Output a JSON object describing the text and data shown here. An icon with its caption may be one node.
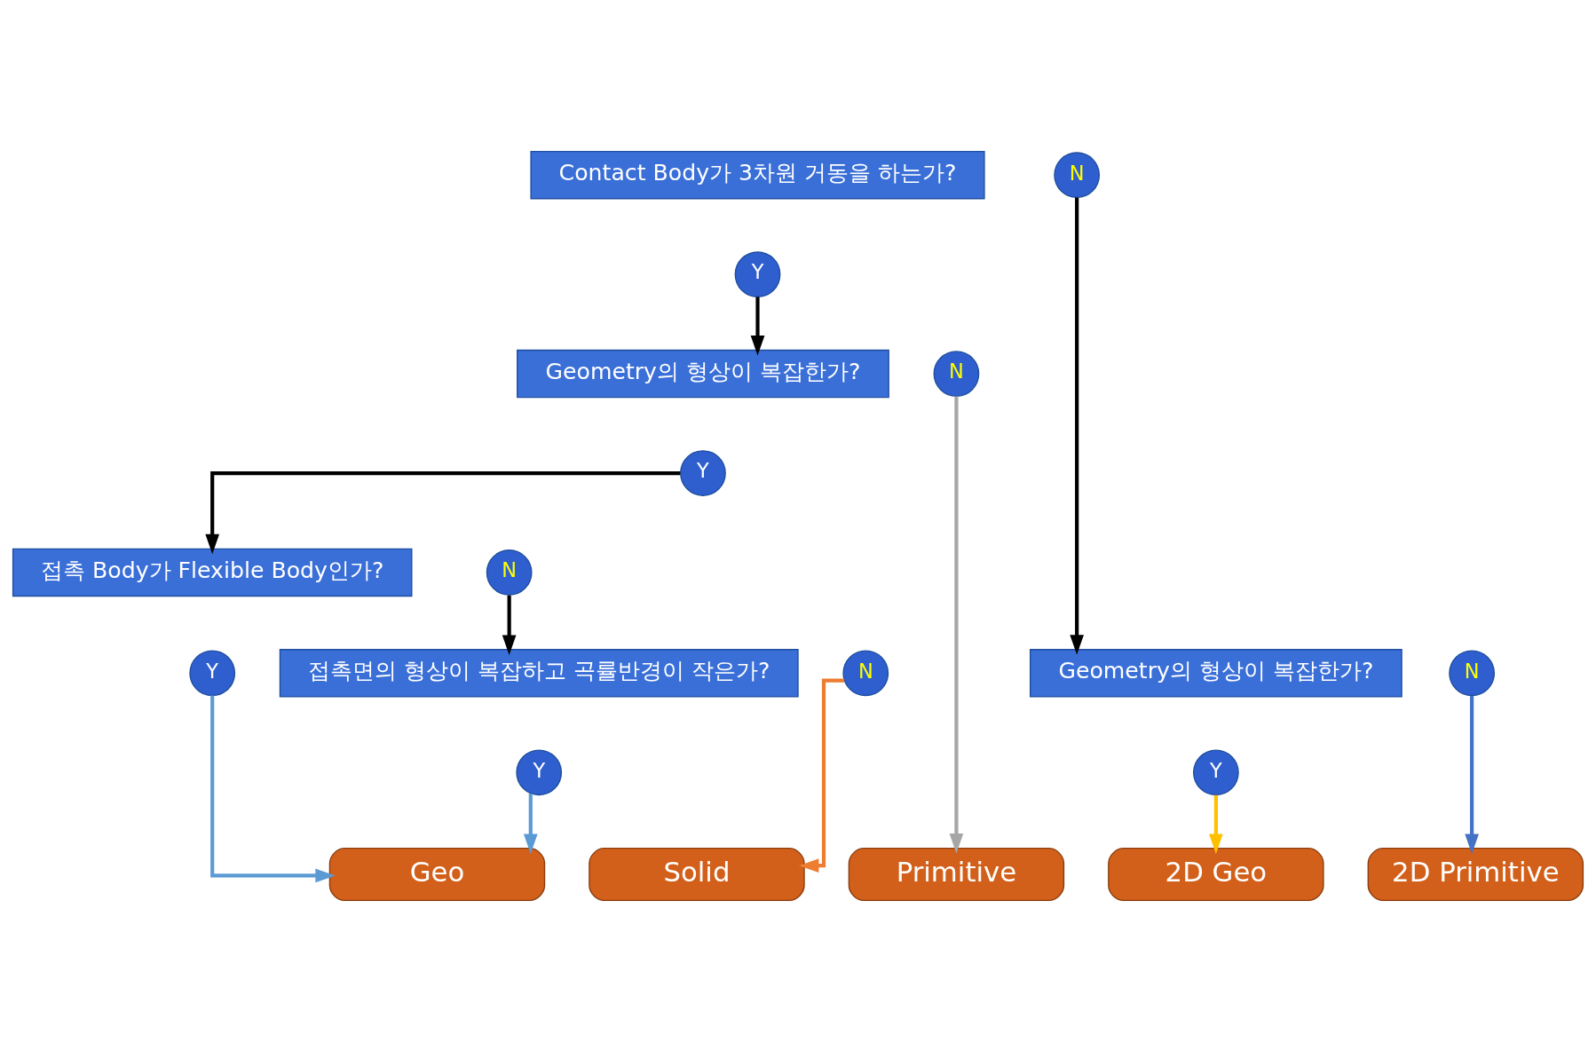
{
  "diagram": {
    "nodes": [
      {
        "text": [
          "Contact Body가 3차원 거동을 하는가?"
        ]
      },
      {
        "text": [
          "N"
        ]
      },
      {
        "text": [
          "Y"
        ]
      },
      {
        "text": [
          "Geometry의 형상이 복잡한가?"
        ]
      },
      {
        "text": [
          "N"
        ]
      },
      {
        "text": [
          "Y"
        ]
      },
      {
        "text": [
          "접촉 Body가 Flexible Body인가?"
        ]
      },
      {
        "text": [
          "N"
        ]
      },
      {
        "text": [
          "Y"
        ]
      },
      {
        "text": [
          "접촉면의 형상이 복잡하고 곡률반경이 작은가?"
        ]
      },
      {
        "text": [
          "N"
        ]
      },
      {
        "text": [
          "Y"
        ]
      },
      {
        "text": [
          "Geometry의 형상이 복잡한가?"
        ]
      },
      {
        "text": [
          "N"
        ]
      },
      {
        "text": [
          "Y"
        ]
      },
      {
        "text": [
          "Geo"
        ]
      },
      {
        "text": [
          "Solid"
        ]
      },
      {
        "text": [
          "Primitive"
        ]
      },
      {
        "text": [
          "2D Geo"
        ]
      },
      {
        "text": [
          "2D Primitive"
        ]
      }
    ],
    "edges": [
      {
        "from": 2,
        "to": 3,
        "arrow": "to"
      },
      {
        "from": 1,
        "to": 12,
        "arrow": "to"
      },
      {
        "from": 4,
        "to": 17,
        "arrow": "to",
        "color": "#a6a6a6"
      },
      {
        "from": 5,
        "to": 6,
        "arrow": "to"
      },
      {
        "from": 7,
        "to": 9,
        "arrow": "to"
      },
      {
        "from": 8,
        "to": 15,
        "arrow": "to",
        "color": "#5b9bd5"
      },
      {
        "from": 11,
        "to": 15,
        "arrow": "to",
        "color": "#5b9bd5"
      },
      {
        "from": 10,
        "to": 16,
        "arrow": "to",
        "color": "#ed7d31"
      },
      {
        "from": 14,
        "to": 18,
        "arrow": "to",
        "color": "#ffc000"
      },
      {
        "from": 13,
        "to": 19,
        "arrow": "to",
        "color": "#4472c4"
      }
    ]
  }
}
